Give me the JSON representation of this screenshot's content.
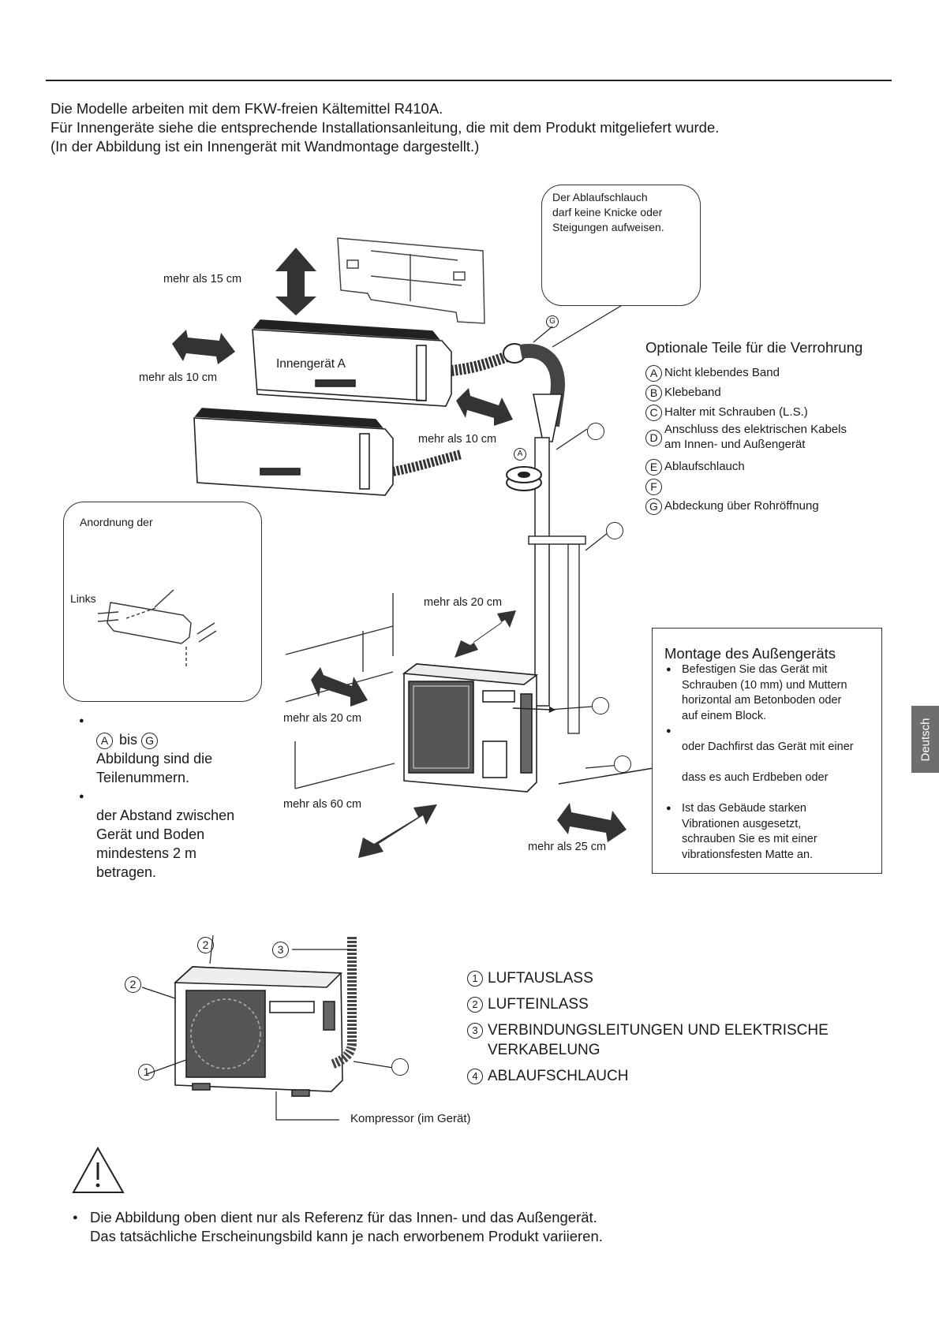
{
  "intro": {
    "line1": "Die Modelle arbeiten mit dem FKW-freien Kältemittel R410A.",
    "line2": "Für Innengeräte siehe die entsprechende Installationsanleitung, die mit dem Produkt mitgeliefert wurde.",
    "line3": "(In der Abbildung ist ein Innengerät mit Wandmontage dargestellt.)"
  },
  "drain_note": {
    "line1": "Der Ablaufschlauch",
    "line2": "darf keine Knicke oder",
    "line3": "Steigungen aufweisen."
  },
  "diagram": {
    "dist_15": "mehr als 15 cm",
    "dist_10_left": "mehr als 10 cm",
    "dist_10_right": "mehr als 10 cm",
    "dist_20_top": "mehr als 20 cm",
    "dist_20_left": "mehr als 20 cm",
    "dist_60": "mehr als 60 cm",
    "dist_25": "mehr als 25 cm",
    "indoor_unit_label": "Innengerät A",
    "marker_g": "G",
    "marker_a": "A"
  },
  "arrangement": {
    "title": "Anordnung der",
    "left_label": "Links"
  },
  "optional_parts": {
    "title": "Optionale Teile für die Verrohrung",
    "items": [
      {
        "letter": "A",
        "text": "Nicht klebendes Band",
        "text2": ""
      },
      {
        "letter": "B",
        "text": "Klebeband",
        "text2": ""
      },
      {
        "letter": "C",
        "text": "Halter mit Schrauben (L.S.)",
        "text2": ""
      },
      {
        "letter": "D",
        "text": "Anschluss des elektrischen Kabels",
        "text2": "am Innen- und Außengerät"
      },
      {
        "letter": "E",
        "text": "Ablaufschlauch",
        "text2": ""
      },
      {
        "letter": "F",
        "text": "",
        "text2": ""
      },
      {
        "letter": "G",
        "text": "Abdeckung über Rohröffnung",
        "text2": ""
      }
    ]
  },
  "outdoor_mount": {
    "title": "Montage des Außengeräts",
    "b1_l1": "Befestigen Sie das Gerät mit",
    "b1_l2": "Schrauben (10 mm) und Muttern",
    "b1_l3": "horizontal am Betonboden oder",
    "b1_l4": "auf einem Block.",
    "b2_l2": "oder Dachfirst das Gerät mit einer",
    "b2_l4": "dass es auch Erdbeben oder",
    "b3_l1": "Ist das Gebäude starken",
    "b3_l2": "Vibrationen ausgesetzt,",
    "b3_l3": "schrauben Sie es mit einer",
    "b3_l4": "vibrationsfesten Matte an."
  },
  "left_notes": {
    "b1_letter_a": "A",
    "b1_bis": "bis",
    "b1_letter_g": "G",
    "b1_l2": "Abbildung sind die",
    "b1_l3": "Teilenummern.",
    "b2_l2": "der Abstand zwischen",
    "b2_l3": "Gerät und Boden",
    "b2_l4": "mindestens 2 m",
    "b2_l5": "betragen."
  },
  "tab": "Deutsch",
  "lower": {
    "compressor": "Kompressor (im Gerät)",
    "n1": "1",
    "n2": "2",
    "n3": "3"
  },
  "legend": [
    {
      "num": "1",
      "text": "LUFTAUSLASS",
      "text2": ""
    },
    {
      "num": "2",
      "text": "LUFTEINLASS",
      "text2": ""
    },
    {
      "num": "3",
      "text": "VERBINDUNGSLEITUNGEN UND ELEKTRISCHE",
      "text2": "VERKABELUNG"
    },
    {
      "num": "4",
      "text": "ABLAUFSCHLAUCH",
      "text2": ""
    }
  ],
  "footer": {
    "line1": "Die Abbildung oben dient nur als Referenz für das Innen- und das Außengerät.",
    "line2": "Das tatsächliche Erscheinungsbild kann je nach erworbenem Produkt variieren."
  }
}
